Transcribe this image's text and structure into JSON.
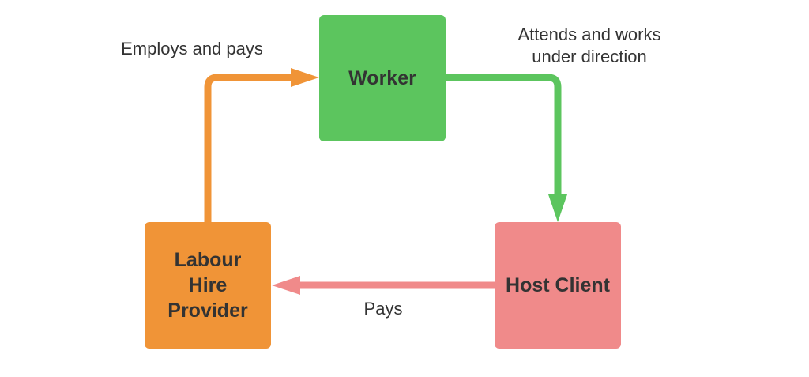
{
  "nodes": {
    "worker": {
      "label": "Worker",
      "color": "#5CC55E"
    },
    "labour_hire_provider": {
      "label": "Labour\nHire\nProvider",
      "color": "#F09437"
    },
    "host_client": {
      "label": "Host Client",
      "color": "#F08A8A"
    }
  },
  "edges": {
    "employs_and_pays": {
      "label": "Employs and pays",
      "from": "Labour Hire Provider",
      "to": "Worker",
      "color": "#F09437"
    },
    "attends_and_works": {
      "label": "Attends and works\nunder direction",
      "from": "Worker",
      "to": "Host Client",
      "color": "#5CC55E"
    },
    "pays": {
      "label": "Pays",
      "from": "Host Client",
      "to": "Labour Hire Provider",
      "color": "#F08A8A"
    }
  }
}
